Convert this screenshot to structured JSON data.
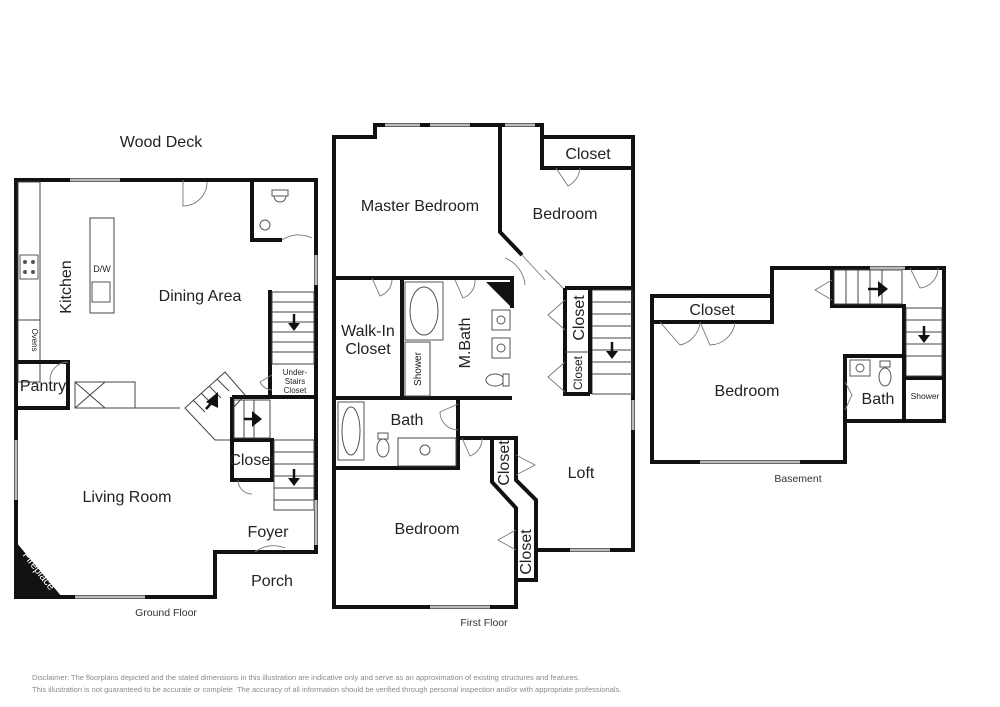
{
  "labels": {
    "wood_deck": "Wood Deck",
    "kitchen": "Kitchen",
    "dw": "D/W",
    "dining_area": "Dining Area",
    "ovens": "Ovens",
    "pantry": "Pantry",
    "under_stairs": [
      "Under-",
      "Stairs",
      "Closet"
    ],
    "closet": "Closet",
    "living_room": "Living Room",
    "foyer": "Foyer",
    "fireplace": "Fireplace",
    "porch": "Porch",
    "master_bedroom": "Master Bedroom",
    "bedroom": "Bedroom",
    "walkin_closet": [
      "Walk-In",
      "Closet"
    ],
    "shower": "Shower",
    "mbath": "M.Bath",
    "bath": "Bath",
    "loft": "Loft"
  },
  "captions": {
    "ground_floor": "Ground Floor",
    "first_floor": "First Floor",
    "basement": "Basement"
  },
  "disclaimer": {
    "line1": "Disclaimer: The floorplans depicted and the stated dimensions in this illustration are indicative only and serve as an approximation of existing structures and features.",
    "line2": "This illustration is not guaranteed to be accurate or complete. The accuracy of all information should be verified through personal inspection and/or with appropriate professionals."
  }
}
